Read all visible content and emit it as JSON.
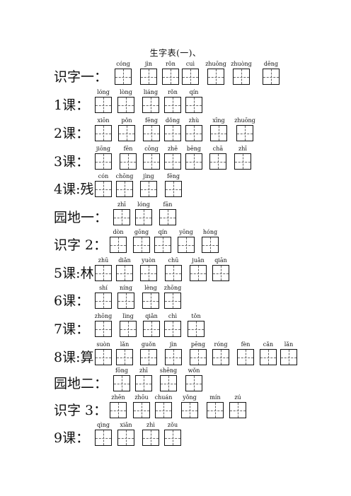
{
  "title": "生字表(一)、",
  "rows": [
    {
      "label": "识字一：",
      "pinyin": [
        "cóng",
        "jìn",
        "rǒn",
        "cuì",
        "zhuōng",
        "zhuòng",
        "dēng"
      ]
    },
    {
      "label": "1课：",
      "pinyin": [
        "lóng",
        "lòng",
        "liáng",
        "rǒn",
        "qín"
      ]
    },
    {
      "label": "2课：",
      "pinyin": [
        "xiōn",
        "pǒn",
        "fēng",
        "dǒng",
        "zhù",
        "xīng",
        "zhuōng"
      ]
    },
    {
      "label": "3课：",
      "pinyin": [
        "jiōng",
        "fēn",
        "cōng",
        "zhē",
        "bēng",
        "chā",
        "zhī"
      ]
    },
    {
      "label": "4课:残",
      "pinyin": [
        "cón",
        "chōng",
        "jìng",
        "fēng"
      ]
    },
    {
      "label": "园地一：",
      "pinyin": [
        "zhī",
        "lóng",
        "fān"
      ]
    },
    {
      "label": "识字 2：",
      "pinyin": [
        "dòn",
        "gōng",
        "qín",
        "yōng",
        "hóng"
      ]
    },
    {
      "label": "5课:林",
      "pinyin": [
        "zhū",
        "diǎn",
        "yuòn",
        "chū",
        "juǎn",
        "qiān"
      ]
    },
    {
      "label": "6课：",
      "pinyin": [
        "shí",
        "níng",
        "lèng",
        "zhōng"
      ]
    },
    {
      "label": "7课：",
      "pinyin": [
        "zhōng",
        "lìng",
        "qiǎn",
        "chì",
        "tǒn"
      ]
    },
    {
      "label": "8课:算",
      "pinyin": [
        "suòn",
        "lǎn",
        "guǒn",
        "jìn",
        "pēng",
        "róng",
        "fèn",
        "cǎn",
        "lǎn"
      ]
    },
    {
      "label": "园地二：",
      "pinyin": [
        "fōng",
        "zhī",
        "shēng",
        "wǒn"
      ]
    },
    {
      "label": "识字 3：",
      "pinyin": [
        "zhēn",
        "zhōu",
        "chuán",
        "yǒng",
        "mín",
        "zú"
      ]
    },
    {
      "label": "9课：",
      "pinyin": [
        "qìng",
        "xiǎn",
        "zhì",
        "zǒu"
      ]
    }
  ]
}
